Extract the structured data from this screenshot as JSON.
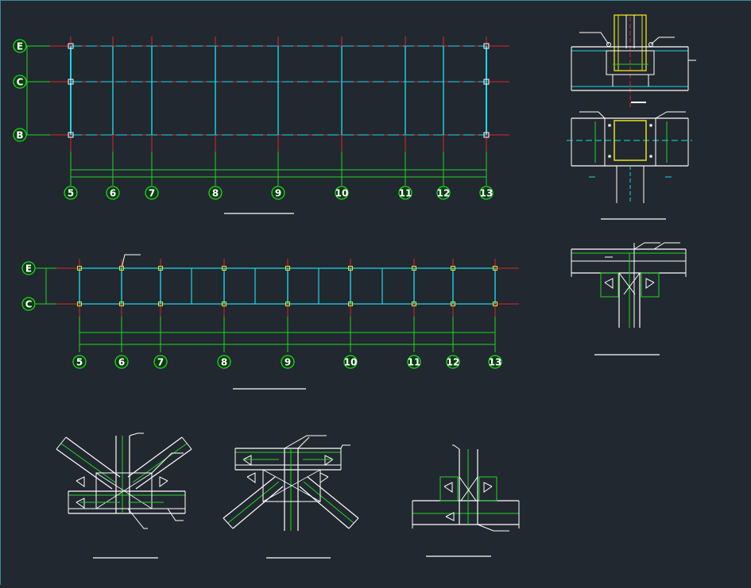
{
  "colors": {
    "background": "#212830",
    "grid_line": "#e0242a",
    "beam": "#18d8e8",
    "dimension": "#22d522",
    "detail_line": "#ffffff",
    "column": "#e8e020",
    "bubble_fill": "#0b3b10"
  },
  "plan_top": {
    "row_labels": [
      "E",
      "C",
      "B"
    ],
    "column_labels": [
      "5",
      "6",
      "7",
      "8",
      "9",
      "10",
      "11",
      "12",
      "13"
    ]
  },
  "plan_mid": {
    "row_labels": [
      "E",
      "C"
    ],
    "column_labels": [
      "5",
      "6",
      "7",
      "8",
      "9",
      "10",
      "11",
      "12",
      "13"
    ]
  },
  "details": {
    "count_right": 3,
    "count_bottom": 3
  }
}
